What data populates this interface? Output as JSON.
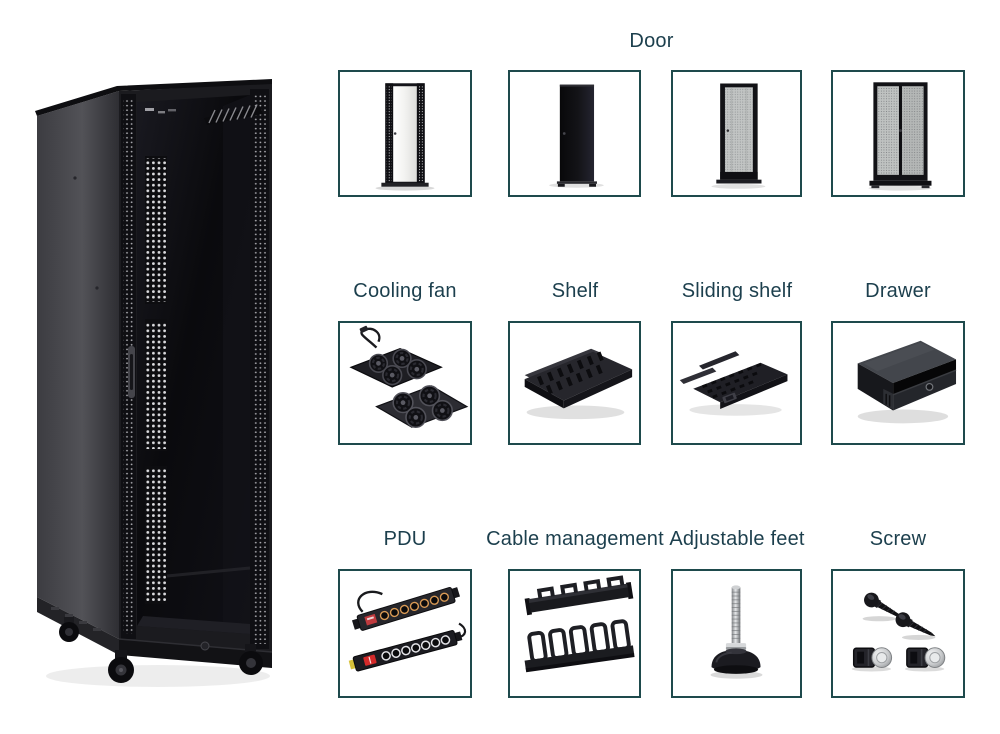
{
  "colors": {
    "page_bg": "#ffffff",
    "box_border": "#1e4a4c",
    "label_text": "#1c3f4d"
  },
  "hero": {
    "name": "server-rack-cabinet"
  },
  "sections": {
    "door": {
      "label": "Door",
      "items": [
        {
          "name": "glass-door"
        },
        {
          "name": "solid-door"
        },
        {
          "name": "mesh-door"
        },
        {
          "name": "double-mesh-door"
        }
      ]
    },
    "row2": {
      "items": [
        {
          "label": "Cooling fan",
          "name": "cooling-fan"
        },
        {
          "label": "Shelf",
          "name": "shelf"
        },
        {
          "label": "Sliding shelf",
          "name": "sliding-shelf"
        },
        {
          "label": "Drawer",
          "name": "drawer"
        }
      ]
    },
    "row3": {
      "items": [
        {
          "label": "PDU",
          "name": "pdu"
        },
        {
          "label": "Cable management",
          "name": "cable-management"
        },
        {
          "label": "Adjustable feet",
          "name": "adjustable-feet"
        },
        {
          "label": "Screw",
          "name": "screw"
        }
      ]
    }
  }
}
